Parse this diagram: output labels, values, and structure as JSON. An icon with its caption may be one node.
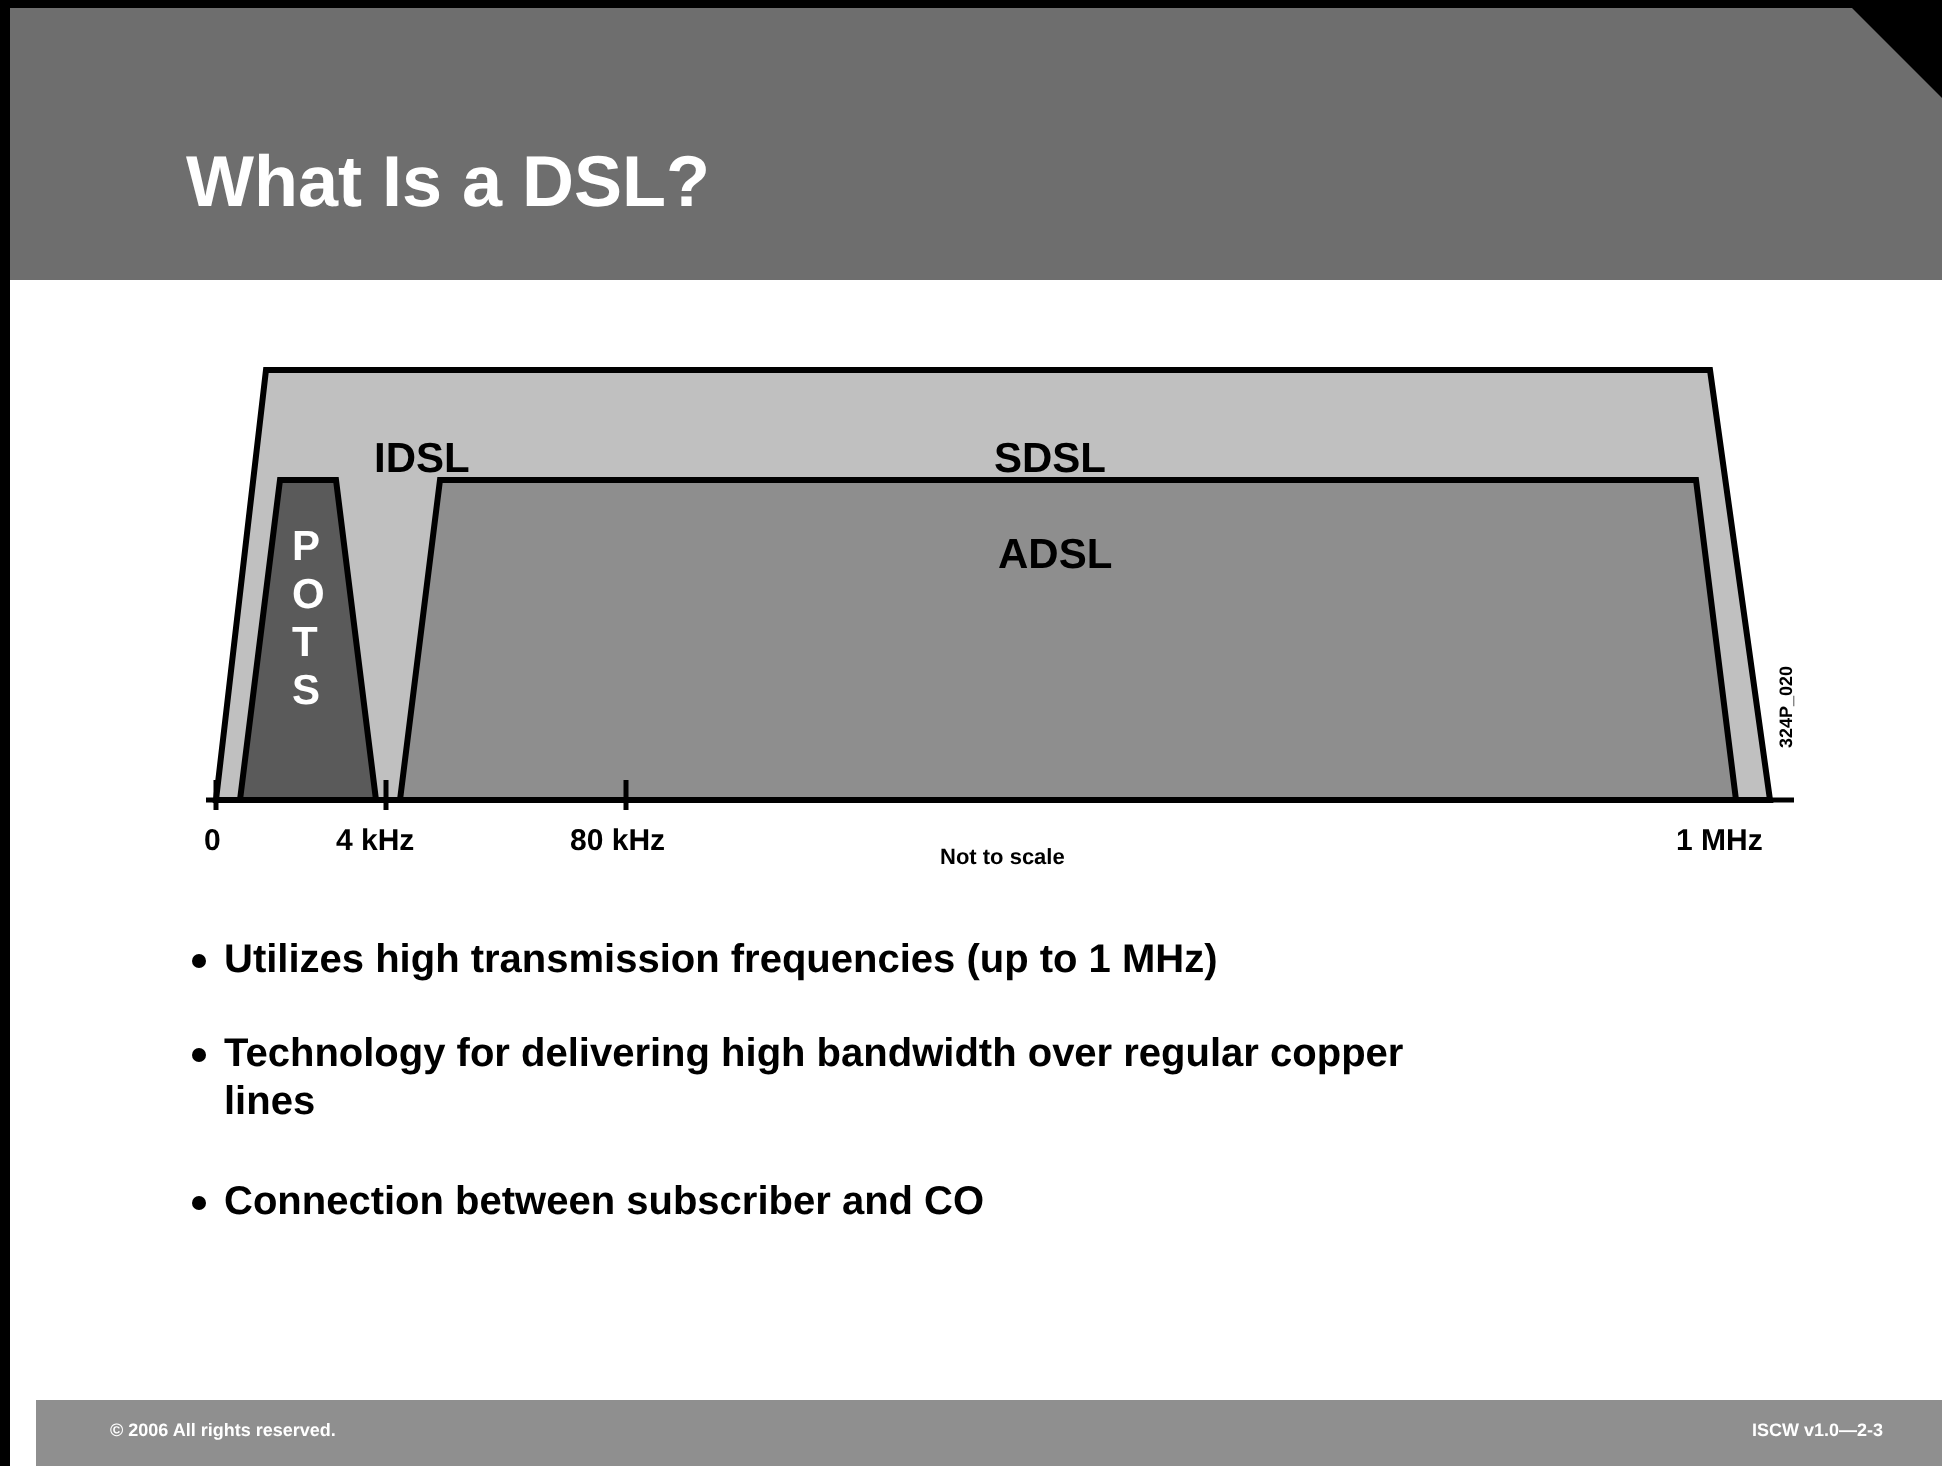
{
  "diagram": {
    "title": "What Is a DSL?",
    "nodes": [
      {
        "text": [
          "IDSL",
          "SDSL"
        ]
      },
      {
        "text": [
          "POTS"
        ],
        "in": 0
      },
      {
        "text": [
          "ADSL"
        ],
        "in": 0
      }
    ],
    "edges": [],
    "labels": [
      "0",
      "4 kHz",
      "80 kHz",
      "Not to scale",
      "1 MHz",
      "324P_020",
      "Utilizes high transmission frequencies (up to 1 MHz)",
      "Technology for delivering high bandwidth over regular copper lines",
      "Connection between subscriber and CO",
      "© 2006 All rights reserved.",
      "ISCW v1.0—2-3"
    ]
  }
}
